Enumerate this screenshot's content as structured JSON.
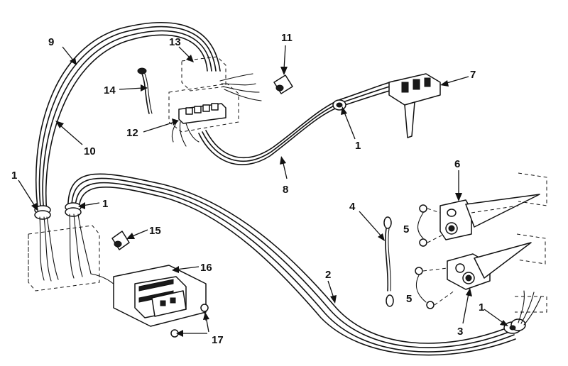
{
  "diagram": {
    "callouts": [
      {
        "id": "c1a",
        "text": "1"
      },
      {
        "id": "c1b",
        "text": "1"
      },
      {
        "id": "c1c",
        "text": "1"
      },
      {
        "id": "c1d",
        "text": "1"
      },
      {
        "id": "c2",
        "text": "2"
      },
      {
        "id": "c3",
        "text": "3"
      },
      {
        "id": "c4",
        "text": "4"
      },
      {
        "id": "c5a",
        "text": "5"
      },
      {
        "id": "c5b",
        "text": "5"
      },
      {
        "id": "c6",
        "text": "6"
      },
      {
        "id": "c7",
        "text": "7"
      },
      {
        "id": "c8",
        "text": "8"
      },
      {
        "id": "c9",
        "text": "9"
      },
      {
        "id": "c10",
        "text": "10"
      },
      {
        "id": "c11",
        "text": "11"
      },
      {
        "id": "c12",
        "text": "12"
      },
      {
        "id": "c13",
        "text": "13"
      },
      {
        "id": "c14",
        "text": "14"
      },
      {
        "id": "c15",
        "text": "15"
      },
      {
        "id": "c16",
        "text": "16"
      },
      {
        "id": "c17",
        "text": "17"
      }
    ]
  },
  "colors": {
    "ink": "#111111",
    "paper": "#ffffff"
  }
}
